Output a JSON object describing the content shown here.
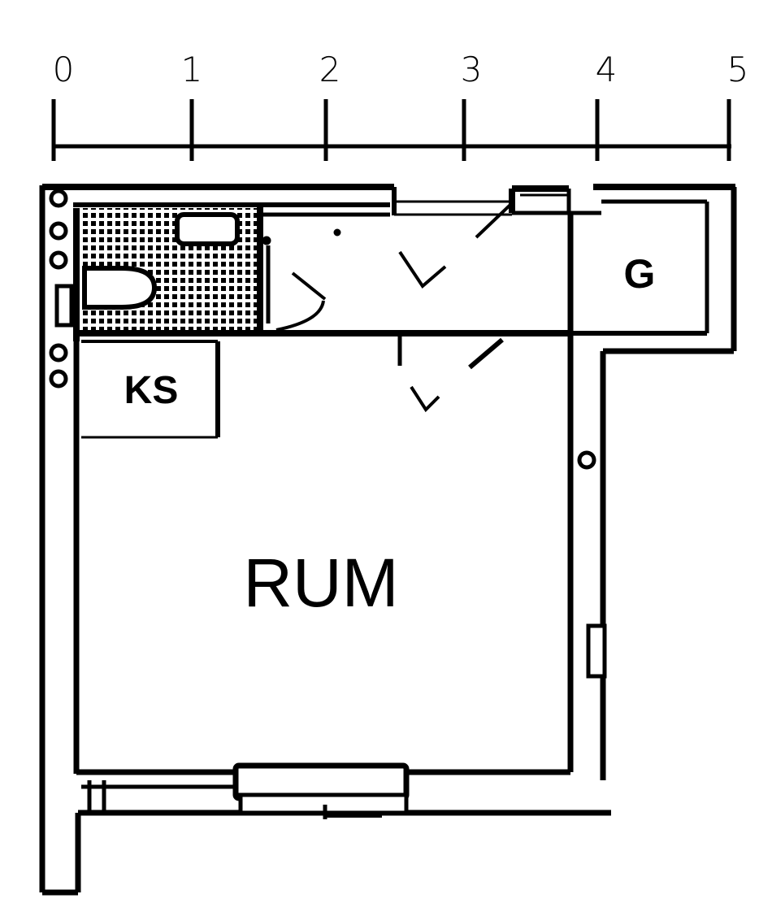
{
  "scale": {
    "ticks": [
      "0",
      "1",
      "2",
      "3",
      "4",
      "5"
    ]
  },
  "rooms": {
    "ks": "KS",
    "g": "G",
    "rum": "RUM"
  },
  "colors": {
    "ink": "#000000",
    "paper": "#ffffff"
  }
}
